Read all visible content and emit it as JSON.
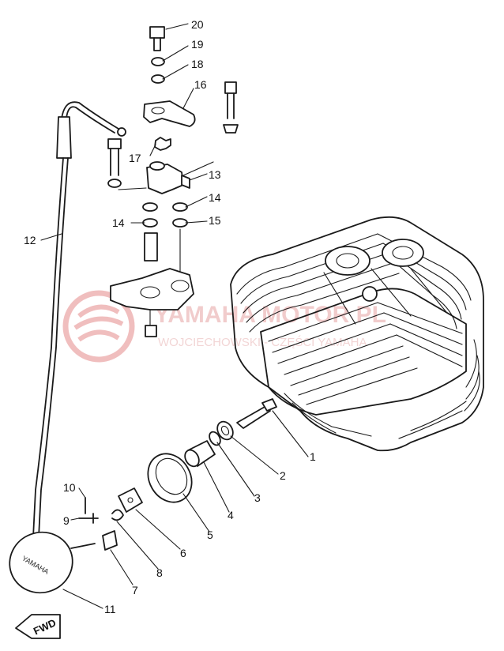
{
  "watermark": {
    "line1": "YAMAHA MOTOR PL",
    "line2": "WOJCIECHOWSKI - CZĘŚCI YAMAHA",
    "color": "#e8a0a0"
  },
  "fwd_label": "FWD",
  "cover_brand": "YAMAHA",
  "callouts": {
    "p1": "1",
    "p2": "2",
    "p3": "3",
    "p4": "4",
    "p5": "5",
    "p6": "6",
    "p7": "7",
    "p8": "8",
    "p9": "9",
    "p10": "10",
    "p11": "11",
    "p12": "12",
    "p13": "13",
    "p14a": "14",
    "p14b": "14",
    "p15": "15",
    "p16": "16",
    "p17": "17",
    "p18": "18",
    "p19": "19",
    "p20": "20"
  }
}
